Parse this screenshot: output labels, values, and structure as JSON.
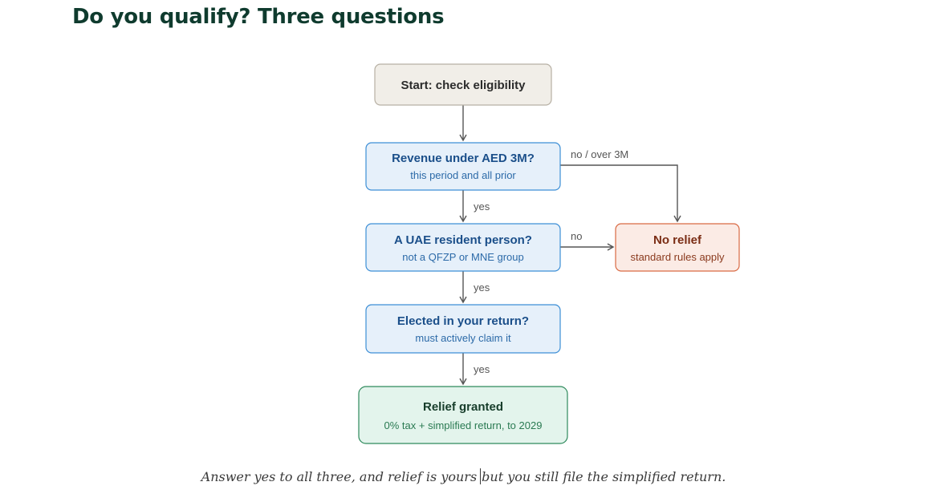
{
  "title": "Do you qualify? Three questions",
  "flow": {
    "start": {
      "label": "Start: check eligibility"
    },
    "q1": {
      "label": "Revenue under AED 3M?",
      "sub": "this period and all prior"
    },
    "q2": {
      "label": "A UAE resident person?",
      "sub": "not a QFZP or MNE group"
    },
    "q3": {
      "label": "Elected in your return?",
      "sub": "must actively claim it"
    },
    "granted": {
      "label": "Relief granted",
      "sub": "0% tax + simplified return, to 2029"
    },
    "no_relief": {
      "label": "No relief",
      "sub": "standard rules apply"
    },
    "edges": {
      "q1_no": "no / over 3M",
      "q2_no": "no",
      "q1_yes": "yes",
      "q2_yes": "yes",
      "q3_yes": "yes"
    }
  },
  "caption": {
    "part1": "Answer yes to all three, and relief is yours",
    "part2": "but you still file the simplified return."
  },
  "colors": {
    "title": "#0f3b2e",
    "start_fill": "#f1eee8",
    "question_fill": "#e6f0fa",
    "question_stroke": "#3d8fd6",
    "question_text": "#1b4f8a",
    "granted_fill": "#e3f4ec",
    "granted_stroke": "#2e8a5c",
    "no_relief_fill": "#fbebe5",
    "no_relief_stroke": "#d96a44",
    "no_relief_text": "#7a2c14"
  }
}
